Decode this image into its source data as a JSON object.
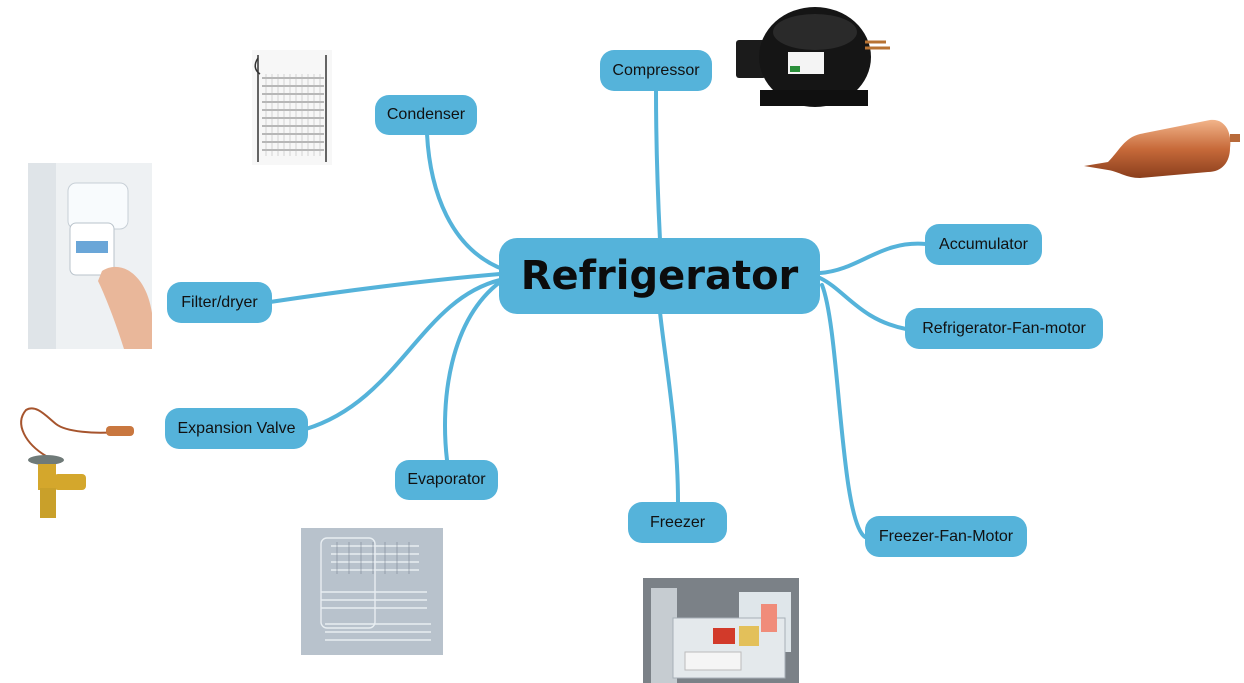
{
  "center": {
    "label": "Refrigerator"
  },
  "nodes": {
    "compressor": "Compressor",
    "condenser": "Condenser",
    "filter_dryer": "Filter/dryer",
    "expansion_valve": "Expansion Valve",
    "evaporator": "Evaporator",
    "freezer": "Freezer",
    "freezer_fan_motor": "Freezer-Fan-Motor",
    "refrigerator_fan_motor": "Refrigerator-Fan-motor",
    "accumulator": "Accumulator"
  },
  "colors": {
    "node_fill": "#55b3da",
    "link": "#55b3da",
    "text": "#111111"
  },
  "images": [
    "condenser-coil",
    "compressor-unit",
    "copper-accumulator",
    "water-filter",
    "expansion-valve",
    "evaporator-coil",
    "freezer-drawer"
  ]
}
